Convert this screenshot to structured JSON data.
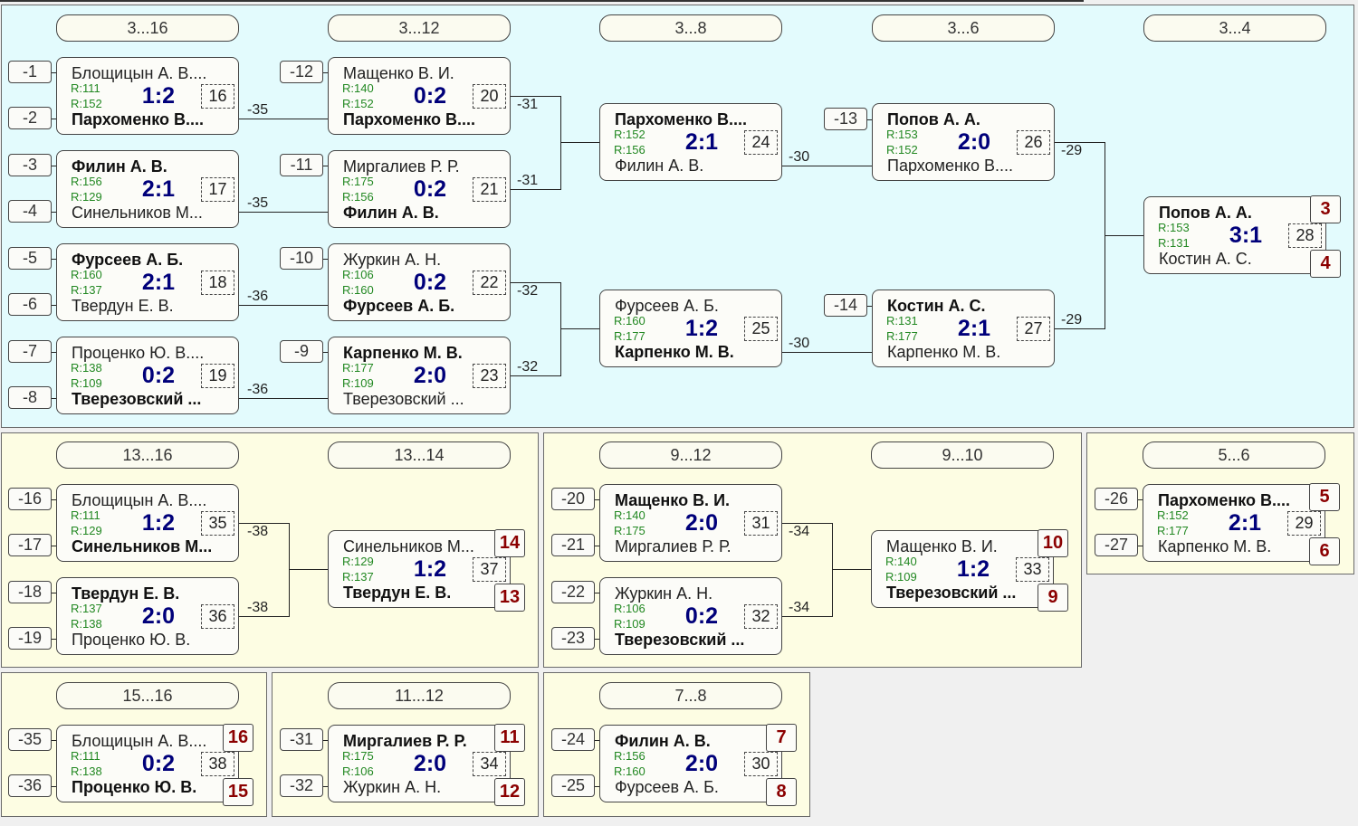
{
  "headers": {
    "h_3_16": "3...16",
    "h_3_12": "3...12",
    "h_3_8": "3...8",
    "h_3_6": "3...6",
    "h_3_4": "3...4",
    "h_13_16": "13...16",
    "h_13_14": "13...14",
    "h_9_12": "9...12",
    "h_9_10": "9...10",
    "h_5_6": "5...6",
    "h_15_16": "15...16",
    "h_11_12": "11...12",
    "h_7_8": "7...8"
  },
  "entries": {
    "e1": "-1",
    "e2": "-2",
    "e3": "-3",
    "e4": "-4",
    "e5": "-5",
    "e6": "-6",
    "e7": "-7",
    "e8": "-8",
    "e12": "-12",
    "e11": "-11",
    "e10": "-10",
    "e9": "-9",
    "e13": "-13",
    "e14": "-14",
    "e16": "-16",
    "e17": "-17",
    "e18": "-18",
    "e19": "-19",
    "e20": "-20",
    "e21": "-21",
    "e22": "-22",
    "e23": "-23",
    "e26": "-26",
    "e27": "-27",
    "e35": "-35",
    "e36": "-36",
    "e31": "-31",
    "e32": "-32",
    "e24": "-24",
    "e25": "-25"
  },
  "matches": {
    "m16": {
      "p1": "Блощицын А. В....",
      "r1": "R:111",
      "p2": "Пархоменко В....",
      "r2": "R:152",
      "score": "1:2",
      "num": "16",
      "out": "-35"
    },
    "m17": {
      "p1": "Филин А. В.",
      "r1": "R:156",
      "p2": "Синельников М...",
      "r2": "R:129",
      "score": "2:1",
      "num": "17",
      "out": "-35"
    },
    "m18": {
      "p1": "Фурсеев А. Б.",
      "r1": "R:160",
      "p2": "Твердун Е. В.",
      "r2": "R:137",
      "score": "2:1",
      "num": "18",
      "out": "-36"
    },
    "m19": {
      "p1": "Проценко Ю. В....",
      "r1": "R:138",
      "p2": "Тверезовский ...",
      "r2": "R:109",
      "score": "0:2",
      "num": "19",
      "out": "-36"
    },
    "m20": {
      "p1": "Мащенко В. И.",
      "r1": "R:140",
      "p2": "Пархоменко В....",
      "r2": "R:152",
      "score": "0:2",
      "num": "20",
      "out": "-31"
    },
    "m21": {
      "p1": "Миргалиев Р. Р.",
      "r1": "R:175",
      "p2": "Филин А. В.",
      "r2": "R:156",
      "score": "0:2",
      "num": "21",
      "out": "-31"
    },
    "m22": {
      "p1": "Журкин А. Н.",
      "r1": "R:106",
      "p2": "Фурсеев А. Б.",
      "r2": "R:160",
      "score": "0:2",
      "num": "22",
      "out": "-32"
    },
    "m23": {
      "p1": "Карпенко М. В.",
      "r1": "R:177",
      "p2": "Тверезовский ...",
      "r2": "R:109",
      "score": "2:0",
      "num": "23",
      "out": "-32"
    },
    "m24": {
      "p1": "Пархоменко В....",
      "r1": "R:152",
      "p2": "Филин А. В.",
      "r2": "R:156",
      "score": "2:1",
      "num": "24",
      "out": "-30"
    },
    "m25": {
      "p1": "Фурсеев А. Б.",
      "r1": "R:160",
      "p2": "Карпенко М. В.",
      "r2": "R:177",
      "score": "1:2",
      "num": "25",
      "out": "-30"
    },
    "m26": {
      "p1": "Попов А. А.",
      "r1": "R:153",
      "p2": "Пархоменко В....",
      "r2": "R:152",
      "score": "2:0",
      "num": "26",
      "out": "-29"
    },
    "m27": {
      "p1": "Костин А. С.",
      "r1": "R:131",
      "p2": "Карпенко М. В.",
      "r2": "R:177",
      "score": "2:1",
      "num": "27",
      "out": "-29"
    },
    "m28": {
      "p1": "Попов А. А.",
      "r1": "R:153",
      "p2": "Костин А. С.",
      "r2": "R:131",
      "score": "3:1",
      "num": "28",
      "place1": "3",
      "place2": "4"
    },
    "m35": {
      "p1": "Блощицын А. В....",
      "r1": "R:111",
      "p2": "Синельников М...",
      "r2": "R:129",
      "score": "1:2",
      "num": "35",
      "out": "-38"
    },
    "m36": {
      "p1": "Твердун Е. В.",
      "r1": "R:137",
      "p2": "Проценко Ю. В.",
      "r2": "R:138",
      "score": "2:0",
      "num": "36",
      "out": "-38"
    },
    "m37": {
      "p1": "Синельников М...",
      "r1": "R:129",
      "p2": "Твердун Е. В.",
      "r2": "R:137",
      "score": "1:2",
      "num": "37",
      "place1": "14",
      "place2": "13"
    },
    "m31": {
      "p1": "Мащенко В. И.",
      "r1": "R:140",
      "p2": "Миргалиев Р. Р.",
      "r2": "R:175",
      "score": "2:0",
      "num": "31",
      "out": "-34"
    },
    "m32": {
      "p1": "Журкин А. Н.",
      "r1": "R:106",
      "p2": "Тверезовский ...",
      "r2": "R:109",
      "score": "0:2",
      "num": "32",
      "out": "-34"
    },
    "m33": {
      "p1": "Мащенко В. И.",
      "r1": "R:140",
      "p2": "Тверезовский ...",
      "r2": "R:109",
      "score": "1:2",
      "num": "33",
      "place1": "10",
      "place2": "9"
    },
    "m29": {
      "p1": "Пархоменко В....",
      "r1": "R:152",
      "p2": "Карпенко М. В.",
      "r2": "R:177",
      "score": "2:1",
      "num": "29",
      "place1": "5",
      "place2": "6"
    },
    "m38": {
      "p1": "Блощицын А. В....",
      "r1": "R:111",
      "p2": "Проценко Ю. В.",
      "r2": "R:138",
      "score": "0:2",
      "num": "38",
      "place1": "16",
      "place2": "15"
    },
    "m34": {
      "p1": "Миргалиев Р. Р.",
      "r1": "R:175",
      "p2": "Журкин А. Н.",
      "r2": "R:106",
      "score": "2:0",
      "num": "34",
      "place1": "11",
      "place2": "12"
    },
    "m30": {
      "p1": "Филин А. В.",
      "r1": "R:156",
      "p2": "Фурсеев А. Б.",
      "r2": "R:160",
      "score": "2:0",
      "num": "30",
      "place1": "7",
      "place2": "8"
    }
  }
}
